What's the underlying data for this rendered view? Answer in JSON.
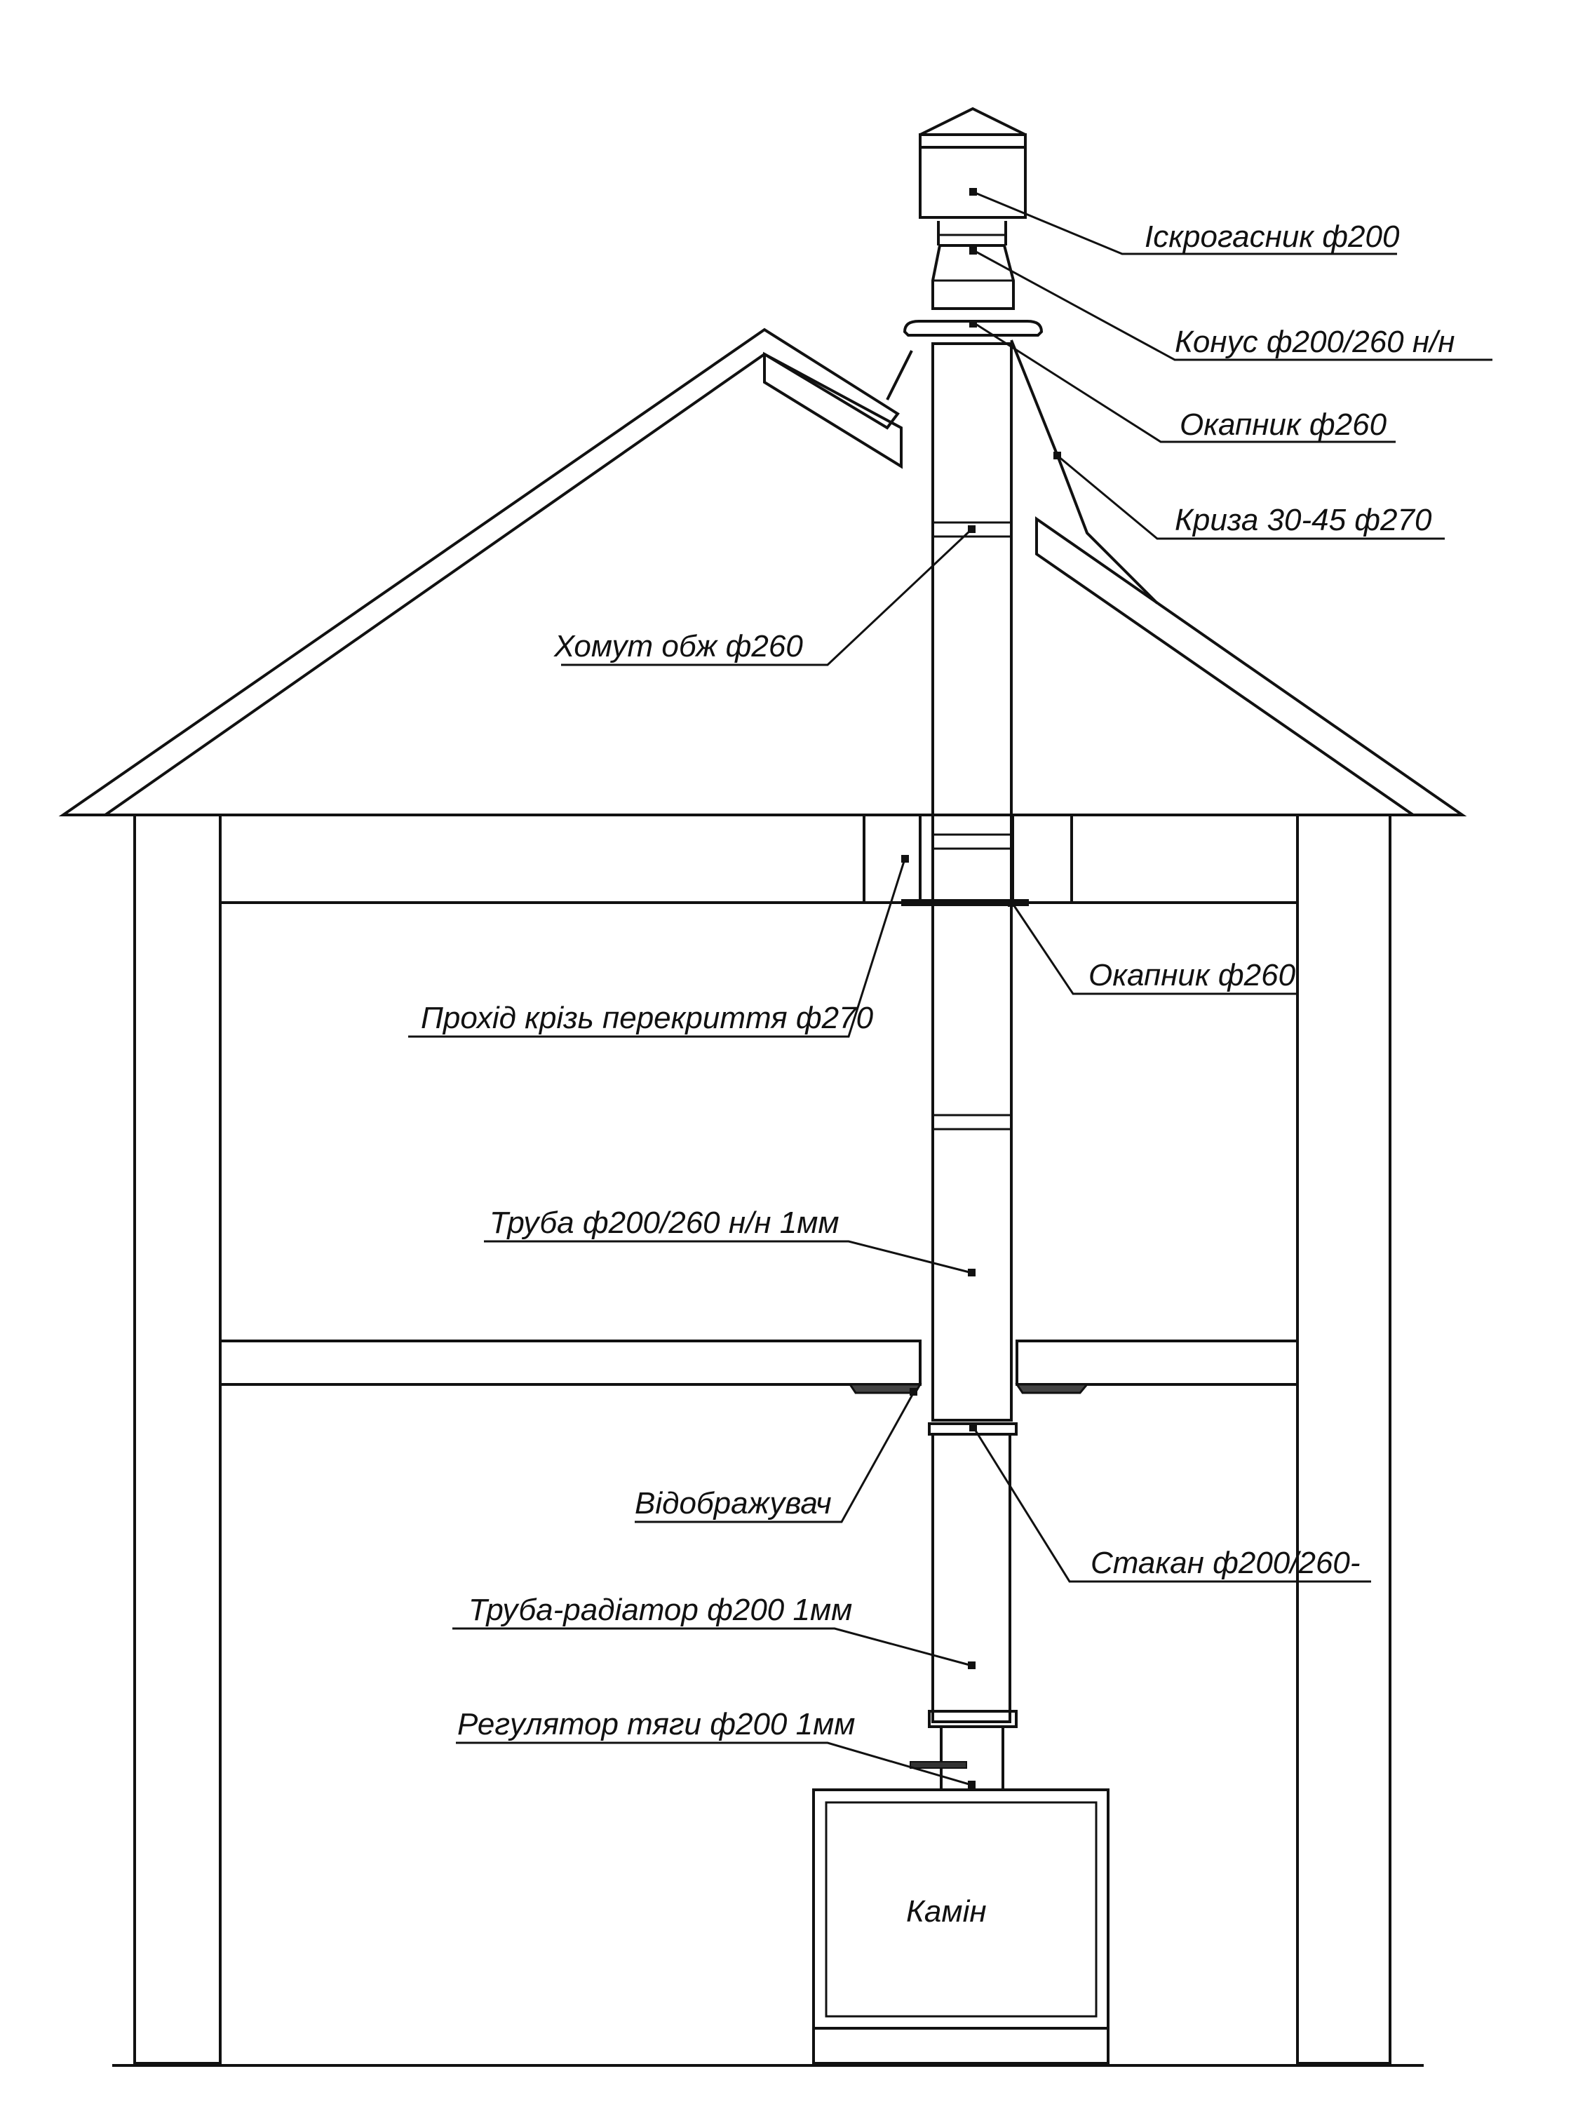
{
  "labels": {
    "spark_arrester": "Іскрогасник ф200",
    "cone": "Конус ф200/260 н/н",
    "drip_cap_top": "Окапник ф260",
    "roof_flashing": "Криза 30-45 ф270",
    "clamp": "Хомут обж ф260",
    "drip_cap_ceiling": "Окапник ф260",
    "ceiling_pass": "Прохід крізь перекриття ф270",
    "pipe": "Труба ф200/260 н/н 1мм",
    "reflector": "Відображувач",
    "sleeve": "Стакан ф200/260-",
    "radiator_pipe": "Труба-радіатор ф200 1мм",
    "draft_regulator": "Регулятор тяги ф200 1мм",
    "fireplace": "Камін"
  },
  "colors": {
    "line": "#111111",
    "background": "#ffffff"
  }
}
